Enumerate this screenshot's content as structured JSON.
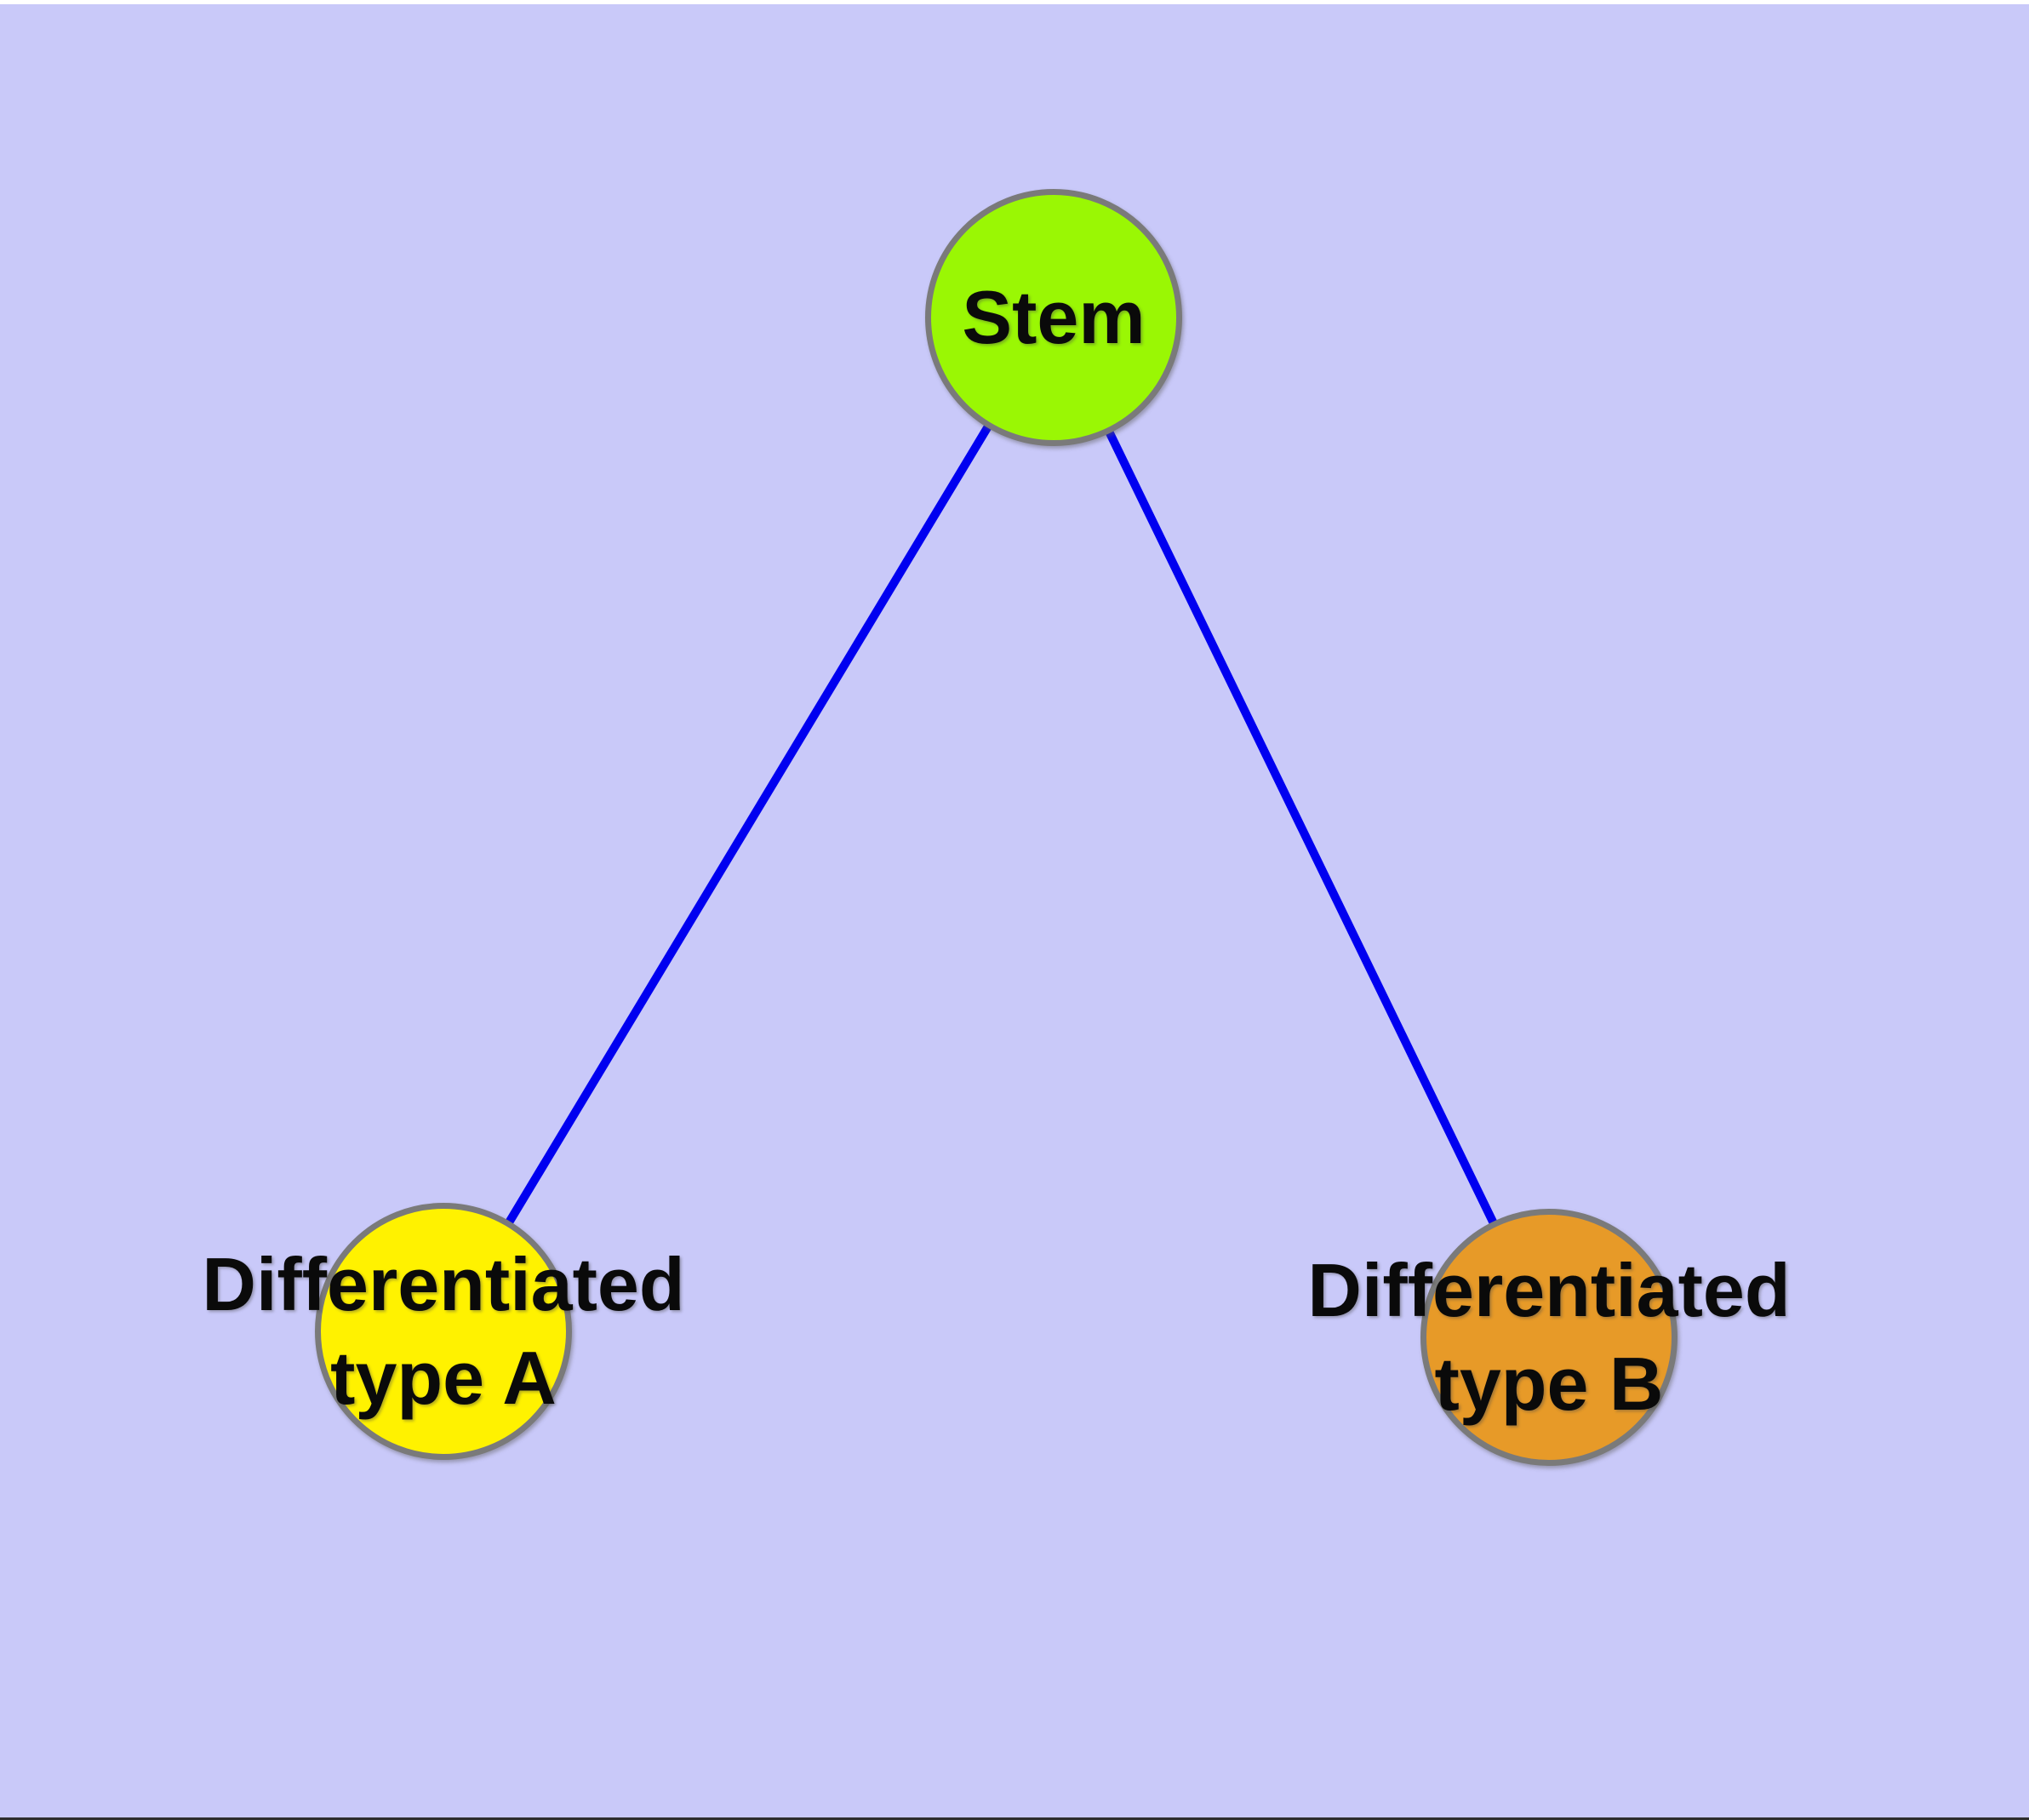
{
  "diagram": {
    "background_color": "#C9C9F9",
    "edge_color": "#0000F0",
    "node_border_color": "#7A7A7A",
    "label_text_color": "#0A0A0A"
  },
  "nodes": [
    {
      "id": "stem",
      "label": "Stem",
      "fill_color": "#9AF704"
    },
    {
      "id": "differentiated-type-a",
      "label": "Differentiated\ntype A",
      "fill_color": "#FFF200"
    },
    {
      "id": "differentiated-type-b",
      "label": "Differentiated\ntype B",
      "fill_color": "#E79A28"
    }
  ],
  "edges": [
    {
      "from": "stem",
      "to": "differentiated-type-a"
    },
    {
      "from": "stem",
      "to": "differentiated-type-b"
    }
  ]
}
